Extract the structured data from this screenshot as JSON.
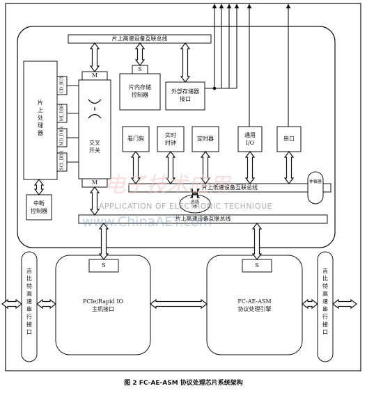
{
  "caption": "图 2  FC-AE-ASM 协议处理芯片系统架构",
  "blocks": {
    "on_chip_hs_bus": "片上高速设备互联总线",
    "on_chip_storage_ctrl": "片内存储\n控制器",
    "ext_storage_if": "外部存储器\n接口",
    "on_chip_processor": "片\n上\n处\n理\n器",
    "crossbar": "交叉\n开关",
    "watchdog": "看门狗",
    "rtc": "实时\n时钟",
    "timer": "定时器",
    "gpio": "通用\nI/O",
    "uart": "串口",
    "bridge": "总线\n桥",
    "on_chip_ls_bus": "片上低速设备互联总线",
    "interrupt_ctrl": "中断\n控制器",
    "lower_hs_bus": "片上高速设备互联总线",
    "pcie_if": "PCIe/Rapid IO\n主机接口",
    "asm_engine": "FC-AE-ASM\n协议处理引擎",
    "gbit_serial_left": "吉\n比\n特\n高\n速\n串\n行\n接\n口",
    "gbit_serial_right": "吉\n比\n特\n高\n速\n串\n行\n接\n口",
    "arbiter_label": "仲裁器"
  },
  "ports": {
    "master": "M",
    "slave": "S",
    "bus_cd": "CD_BUS",
    "bus_mi": "MI_DBR",
    "bus_md": "MD_DBR",
    "bus_sci": "SCI_DBR"
  },
  "watermark": {
    "chars": "电子技术应用",
    "line1": "APPLICATION OF ELECTRONIC TECHNIQUE",
    "line2": "www.ChinaAET.com"
  }
}
